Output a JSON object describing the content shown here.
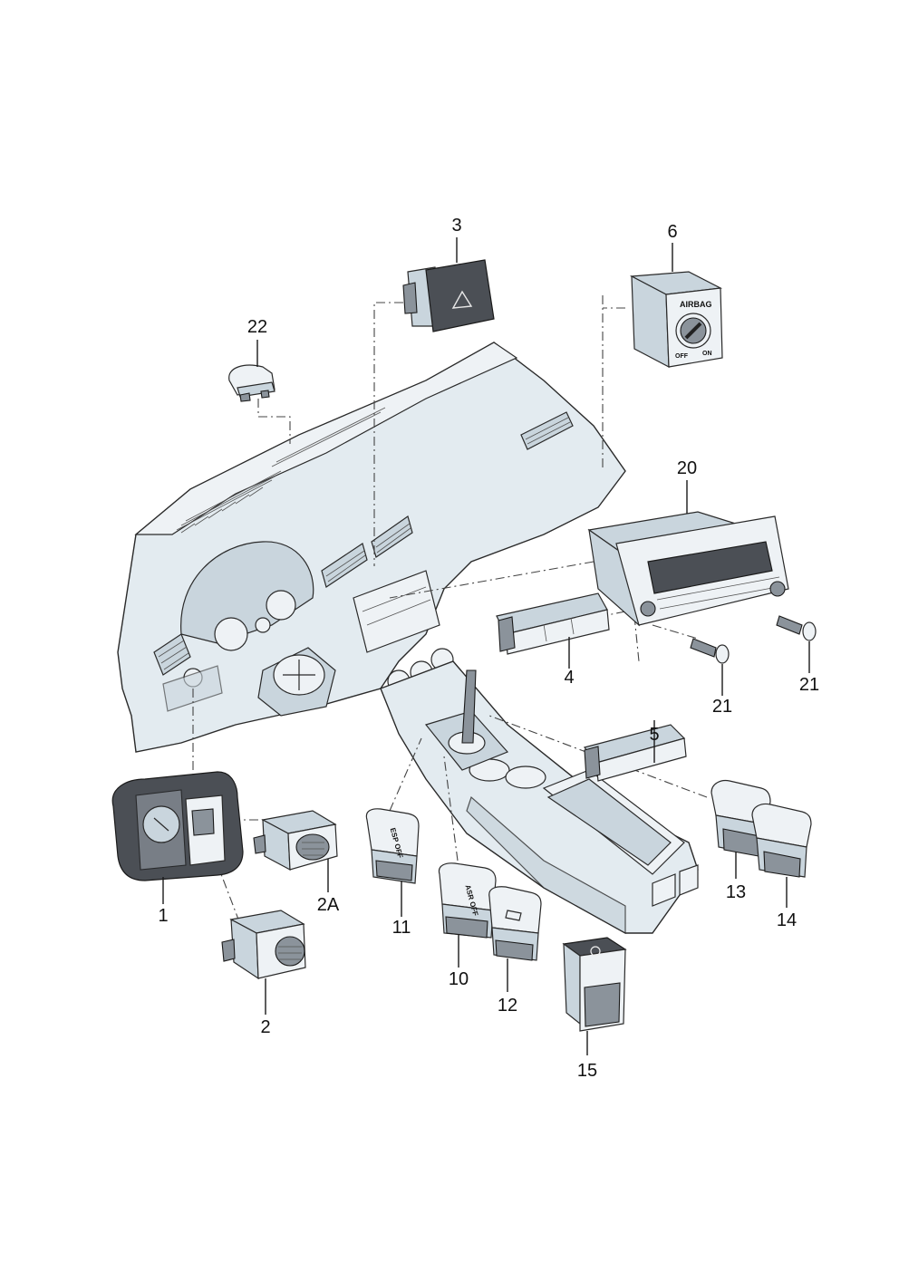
{
  "callouts": [
    {
      "id": "3",
      "text": "3"
    },
    {
      "id": "6",
      "text": "6"
    },
    {
      "id": "22",
      "text": "22"
    },
    {
      "id": "20",
      "text": "20"
    },
    {
      "id": "4",
      "text": "4"
    },
    {
      "id": "21a",
      "text": "21"
    },
    {
      "id": "21b",
      "text": "21"
    },
    {
      "id": "5",
      "text": "5"
    },
    {
      "id": "1",
      "text": "1"
    },
    {
      "id": "2A",
      "text": "2A"
    },
    {
      "id": "2",
      "text": "2"
    },
    {
      "id": "11",
      "text": "11"
    },
    {
      "id": "10",
      "text": "10"
    },
    {
      "id": "12",
      "text": "12"
    },
    {
      "id": "13",
      "text": "13"
    },
    {
      "id": "14",
      "text": "14"
    },
    {
      "id": "15",
      "text": "15"
    }
  ],
  "switch_text": {
    "airbag_title": "AIRBAG",
    "airbag_off": "OFF",
    "airbag_on": "ON"
  },
  "colors": {
    "part_fill": "#e3ebf0",
    "part_dark": "#4b4f55",
    "leader": "#1a1a1a"
  }
}
